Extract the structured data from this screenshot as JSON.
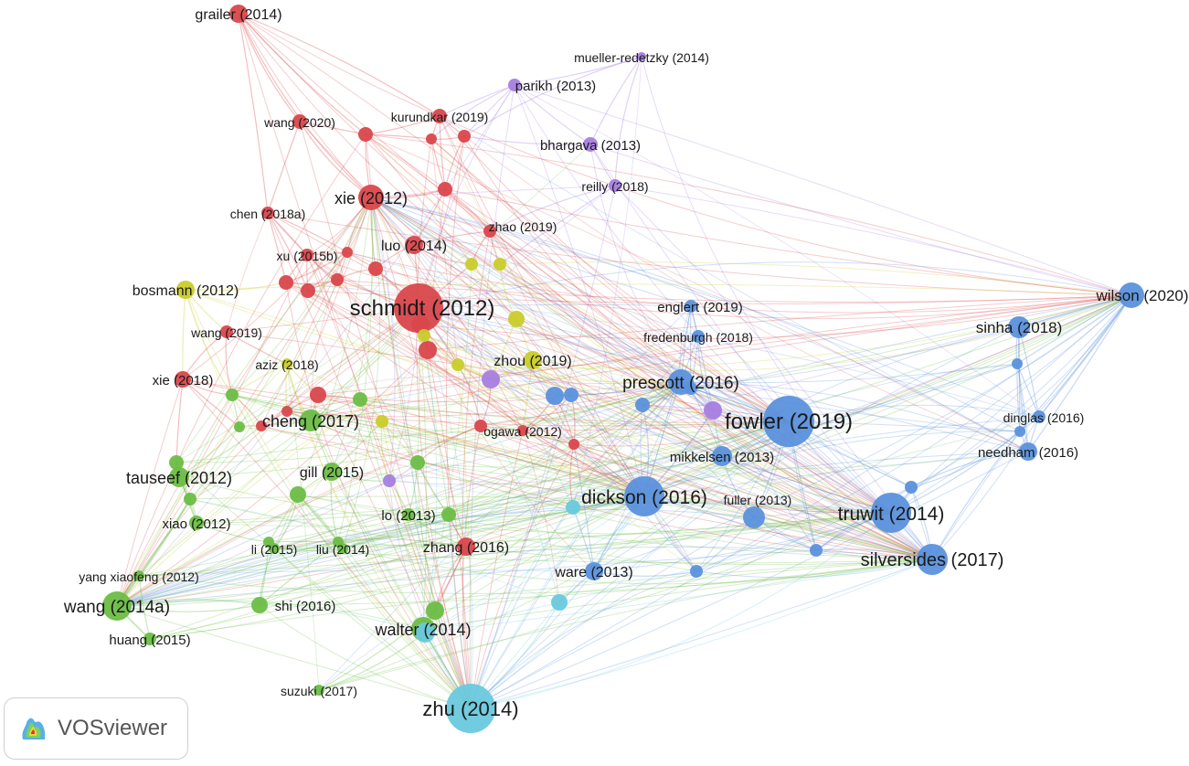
{
  "software_badge": {
    "label": "VOSviewer",
    "icon": "vosviewer-logo-icon"
  },
  "cluster_colors": {
    "red": "#d9474c",
    "green": "#6bbd46",
    "blue": "#5b91dc",
    "yellow": "#c9cc2a",
    "purple": "#a77ee0",
    "cyan": "#6ac9dd"
  },
  "nodes": [
    {
      "label": "grailer (2014)",
      "cluster": "red"
    },
    {
      "label": "mueller-redetzky (2014)",
      "cluster": "purple"
    },
    {
      "label": "parikh (2013)",
      "cluster": "purple"
    },
    {
      "label": "wang (2020)",
      "cluster": "red"
    },
    {
      "label": "kurundkar (2019)",
      "cluster": "red"
    },
    {
      "label": "bhargava (2013)",
      "cluster": "purple"
    },
    {
      "label": "reilly (2018)",
      "cluster": "purple"
    },
    {
      "label": "xie (2012)",
      "cluster": "red"
    },
    {
      "label": "chen (2018a)",
      "cluster": "red"
    },
    {
      "label": "zhao (2019)",
      "cluster": "red"
    },
    {
      "label": "luo (2014)",
      "cluster": "red"
    },
    {
      "label": "xu (2015b)",
      "cluster": "red"
    },
    {
      "label": "bosmann (2012)",
      "cluster": "yellow"
    },
    {
      "label": "schmidt (2012)",
      "cluster": "red"
    },
    {
      "label": "wang (2019)",
      "cluster": "red"
    },
    {
      "label": "englert (2019)",
      "cluster": "blue"
    },
    {
      "label": "fredenburgh (2018)",
      "cluster": "blue"
    },
    {
      "label": "wilson (2020)",
      "cluster": "blue"
    },
    {
      "label": "sinha (2018)",
      "cluster": "blue"
    },
    {
      "label": "aziz (2018)",
      "cluster": "yellow"
    },
    {
      "label": "zhou (2019)",
      "cluster": "yellow"
    },
    {
      "label": "xie (2018)",
      "cluster": "red"
    },
    {
      "label": "prescott (2016)",
      "cluster": "blue"
    },
    {
      "label": "cheng (2017)",
      "cluster": "green"
    },
    {
      "label": "fowler (2019)",
      "cluster": "blue"
    },
    {
      "label": "ogawa (2012)",
      "cluster": "red"
    },
    {
      "label": "dinglas (2016)",
      "cluster": "blue"
    },
    {
      "label": "mikkelsen (2013)",
      "cluster": "blue"
    },
    {
      "label": "needham (2016)",
      "cluster": "blue"
    },
    {
      "label": "tauseef (2012)",
      "cluster": "green"
    },
    {
      "label": "gill (2015)",
      "cluster": "green"
    },
    {
      "label": "dickson (2016)",
      "cluster": "blue"
    },
    {
      "label": "fuller (2013)",
      "cluster": "blue"
    },
    {
      "label": "truwit (2014)",
      "cluster": "blue"
    },
    {
      "label": "xiao (2012)",
      "cluster": "green"
    },
    {
      "label": "lo (2013)",
      "cluster": "green"
    },
    {
      "label": "li (2015)",
      "cluster": "green"
    },
    {
      "label": "liu (2014)",
      "cluster": "green"
    },
    {
      "label": "zhang (2016)",
      "cluster": "red"
    },
    {
      "label": "silversides (2017)",
      "cluster": "blue"
    },
    {
      "label": "yang xiaofeng (2012)",
      "cluster": "green"
    },
    {
      "label": "ware (2013)",
      "cluster": "blue"
    },
    {
      "label": "wang (2014a)",
      "cluster": "green"
    },
    {
      "label": "shi (2016)",
      "cluster": "green"
    },
    {
      "label": "walter (2014)",
      "cluster": "green"
    },
    {
      "label": "huang (2015)",
      "cluster": "green"
    },
    {
      "label": "suzuki (2017)",
      "cluster": "green"
    },
    {
      "label": "zhu (2014)",
      "cluster": "cyan"
    }
  ]
}
